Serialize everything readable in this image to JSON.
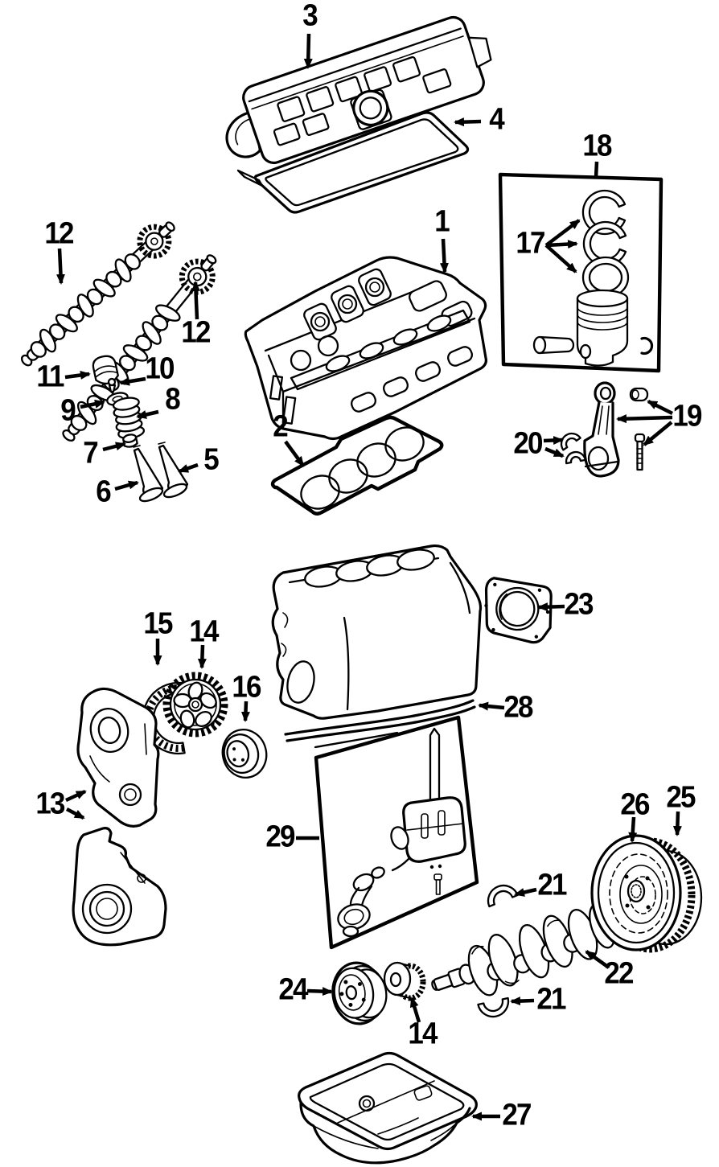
{
  "diagram": {
    "title": "Engine exploded parts diagram",
    "style": {
      "ink": "#000000",
      "background": "#ffffff"
    },
    "callouts": [
      {
        "number": "3",
        "part": "valve cover"
      },
      {
        "number": "4",
        "part": "valve cover gasket"
      },
      {
        "number": "1",
        "part": "cylinder head"
      },
      {
        "number": "2",
        "part": "cylinder head gasket"
      },
      {
        "number": "18",
        "part": "piston kit"
      },
      {
        "number": "17",
        "part": "piston rings"
      },
      {
        "number": "19",
        "part": "connecting rod, pin bushing and bolt"
      },
      {
        "number": "20",
        "part": "connecting rod bearings"
      },
      {
        "number": "12",
        "part": "camshaft (first)"
      },
      {
        "number": "12",
        "part": "camshaft (second)"
      },
      {
        "number": "11",
        "part": "valve lifter"
      },
      {
        "number": "10",
        "part": "valve keeper"
      },
      {
        "number": "9",
        "part": "valve spring retainer"
      },
      {
        "number": "8",
        "part": "valve spring"
      },
      {
        "number": "7",
        "part": "valve stem seal"
      },
      {
        "number": "5",
        "part": "valve (right)"
      },
      {
        "number": "6",
        "part": "valve (left)"
      },
      {
        "number": "23",
        "part": "rear main seal retainer"
      },
      {
        "number": "28",
        "part": "engine block gasket"
      },
      {
        "number": "15",
        "part": "timing belt"
      },
      {
        "number": "14",
        "part": "camshaft timing sprocket"
      },
      {
        "number": "16",
        "part": "pulley"
      },
      {
        "number": "13",
        "part": "timing belt covers"
      },
      {
        "number": "29",
        "part": "oil pump kit"
      },
      {
        "number": "21",
        "part": "main bearing (upper)"
      },
      {
        "number": "22",
        "part": "crankshaft"
      },
      {
        "number": "21",
        "part": "main bearing (lower)"
      },
      {
        "number": "24",
        "part": "crankshaft pulley"
      },
      {
        "number": "14",
        "part": "crankshaft timing sprocket"
      },
      {
        "number": "26",
        "part": "flywheel ring gear"
      },
      {
        "number": "25",
        "part": "flywheel"
      },
      {
        "number": "27",
        "part": "oil pan"
      }
    ]
  }
}
